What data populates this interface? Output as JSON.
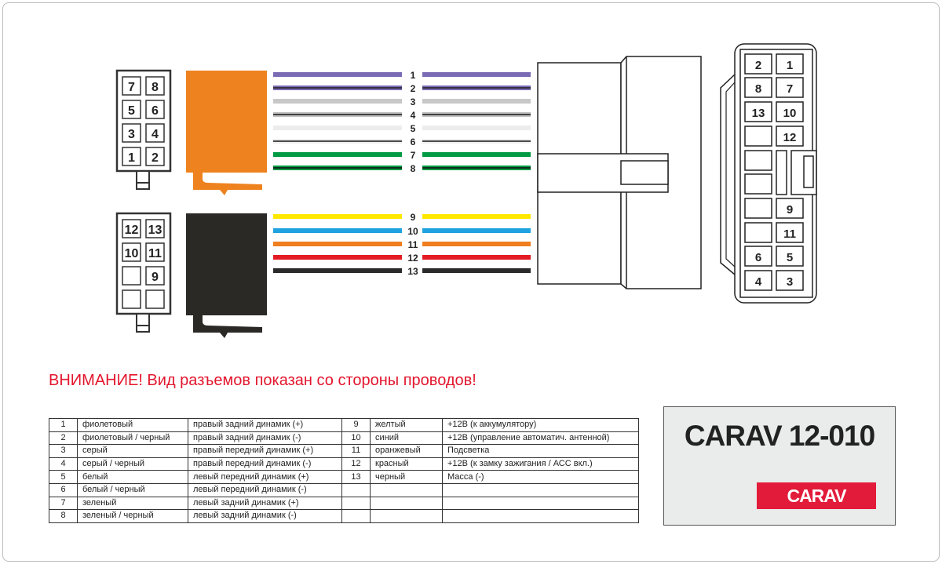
{
  "warning": "ВНИМАНИЕ! Вид разъемов показан со стороны проводов!",
  "wires": [
    {
      "n": "1",
      "color": "#7b6bb5",
      "stripe": null
    },
    {
      "n": "2",
      "color": "#7b6bb5",
      "stripe": "#222"
    },
    {
      "n": "3",
      "color": "#c8c8c8",
      "stripe": null
    },
    {
      "n": "4",
      "color": "#c0c0c0",
      "stripe": "#222"
    },
    {
      "n": "5",
      "color": "#ececec",
      "stripe": null
    },
    {
      "n": "6",
      "color": "#eeeeee",
      "stripe": "#222"
    },
    {
      "n": "7",
      "color": "#009a44",
      "stripe": null
    },
    {
      "n": "8",
      "color": "#009a44",
      "stripe": "#111"
    },
    {
      "n": "9",
      "color": "#ffe800",
      "stripe": null
    },
    {
      "n": "10",
      "color": "#1ea2e0",
      "stripe": null
    },
    {
      "n": "11",
      "color": "#ef7e1e",
      "stripe": null
    },
    {
      "n": "12",
      "color": "#e31b23",
      "stripe": null
    },
    {
      "n": "13",
      "color": "#2a2a2a",
      "stripe": null
    }
  ],
  "left_connector_top": {
    "pins": [
      [
        "7",
        "8"
      ],
      [
        "5",
        "6"
      ],
      [
        "3",
        "4"
      ],
      [
        "1",
        "2"
      ]
    ],
    "color": "#ee821e"
  },
  "left_connector_bottom": {
    "pins": [
      [
        "12",
        "13"
      ],
      [
        "10",
        "11"
      ],
      [
        "",
        "9"
      ],
      [
        "",
        ""
      ]
    ],
    "color": "#2b2926"
  },
  "right_connector_face": {
    "pins": [
      [
        "2",
        "1"
      ],
      [
        "8",
        "7"
      ],
      [
        "13",
        "10"
      ],
      [
        "",
        "12"
      ],
      [
        "",
        ""
      ],
      [
        "",
        ""
      ],
      [
        "",
        "9"
      ],
      [
        "",
        "11"
      ],
      [
        "6",
        "5"
      ],
      [
        "4",
        "3"
      ]
    ]
  },
  "table": [
    [
      "1",
      "фиолетовый",
      "правый задний динамик (+)",
      "9",
      "желтый",
      "+12В (к аккумулятору)"
    ],
    [
      "2",
      "фиолетовый / черный",
      "правый задний динамик (-)",
      "10",
      "синий",
      "+12В (управление автоматич. антенной)"
    ],
    [
      "3",
      "серый",
      "правый передний динамик (+)",
      "11",
      "оранжевый",
      "Подсветка"
    ],
    [
      "4",
      "серый / черный",
      "правый передний динамик (-)",
      "12",
      "красный",
      "+12В (к замку зажигания / АСС вкл.)"
    ],
    [
      "5",
      "белый",
      "левый передний динамик (+)",
      "13",
      "черный",
      "Масса (-)"
    ],
    [
      "6",
      "белый / черный",
      "левый передний динамик (-)",
      "",
      "",
      ""
    ],
    [
      "7",
      "зеленый",
      "левый задний динамик (+)",
      "",
      "",
      ""
    ],
    [
      "8",
      "зеленый / черный",
      "левый задний динамик (-)",
      "",
      "",
      ""
    ]
  ],
  "model": "CARAV 12-010",
  "logo": "CARAV"
}
